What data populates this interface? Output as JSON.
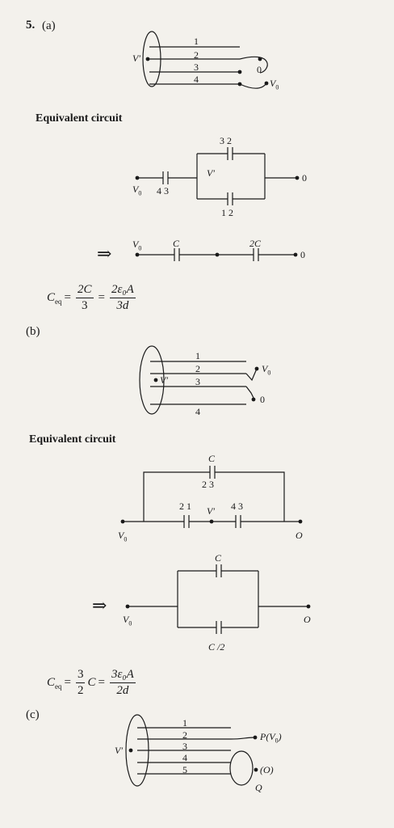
{
  "part_a": {
    "number": "5.",
    "label": "(a)",
    "plates": [
      "1",
      "2",
      "3",
      "4"
    ],
    "v_prime": "V′",
    "zero": "0",
    "v0": "V",
    "v0_sub": "0",
    "heading": "Equivalent circuit",
    "cap_top": "3 2",
    "cap_left": "4 3",
    "cap_bottom": "1 2",
    "node_v_prime": "V′",
    "v0_left": "V",
    "v0_left_sub": "0",
    "out_zero": "0",
    "arrow": "⇒",
    "series_c1": "C",
    "series_c2": "2C",
    "series_v0": "V",
    "series_v0_sub": "0",
    "series_zero": "0",
    "ceq": {
      "lhs": "C",
      "lhs_sub": "eq",
      "num1": "2C",
      "den1": "3",
      "num2": "2ε₀A",
      "den2": "3d"
    }
  },
  "part_b": {
    "label": "(b)",
    "plates": [
      "1",
      "2",
      "3",
      "4"
    ],
    "v_prime": "V′",
    "v0": "V",
    "v0_sub": "0",
    "zero": "0",
    "heading": "Equivalent circuit",
    "cap_top": "C",
    "cap_top_plates": "2    3",
    "cap_left": "2 1",
    "node_v_prime": "V′",
    "cap_right": "4 3",
    "v0_left": "V",
    "v0_left_sub": "0",
    "out_o": "O",
    "arrow": "⇒",
    "par_top": "C",
    "par_bottom": "C /2",
    "par_v0": "V",
    "par_v0_sub": "0",
    "par_o": "O",
    "ceq": {
      "lhs": "C",
      "lhs_sub": "eq",
      "num1": "3",
      "den1": "2",
      "mid": "C",
      "num2": "3ε₀A",
      "den2": "2d"
    }
  },
  "part_c": {
    "label": "(c)",
    "plates": [
      "1",
      "2",
      "3",
      "4",
      "5"
    ],
    "v_prime": "V′",
    "p_label": "P(V",
    "p_sub": "0",
    "p_close": ")",
    "o_label": "(O)",
    "q_label": "Q"
  }
}
